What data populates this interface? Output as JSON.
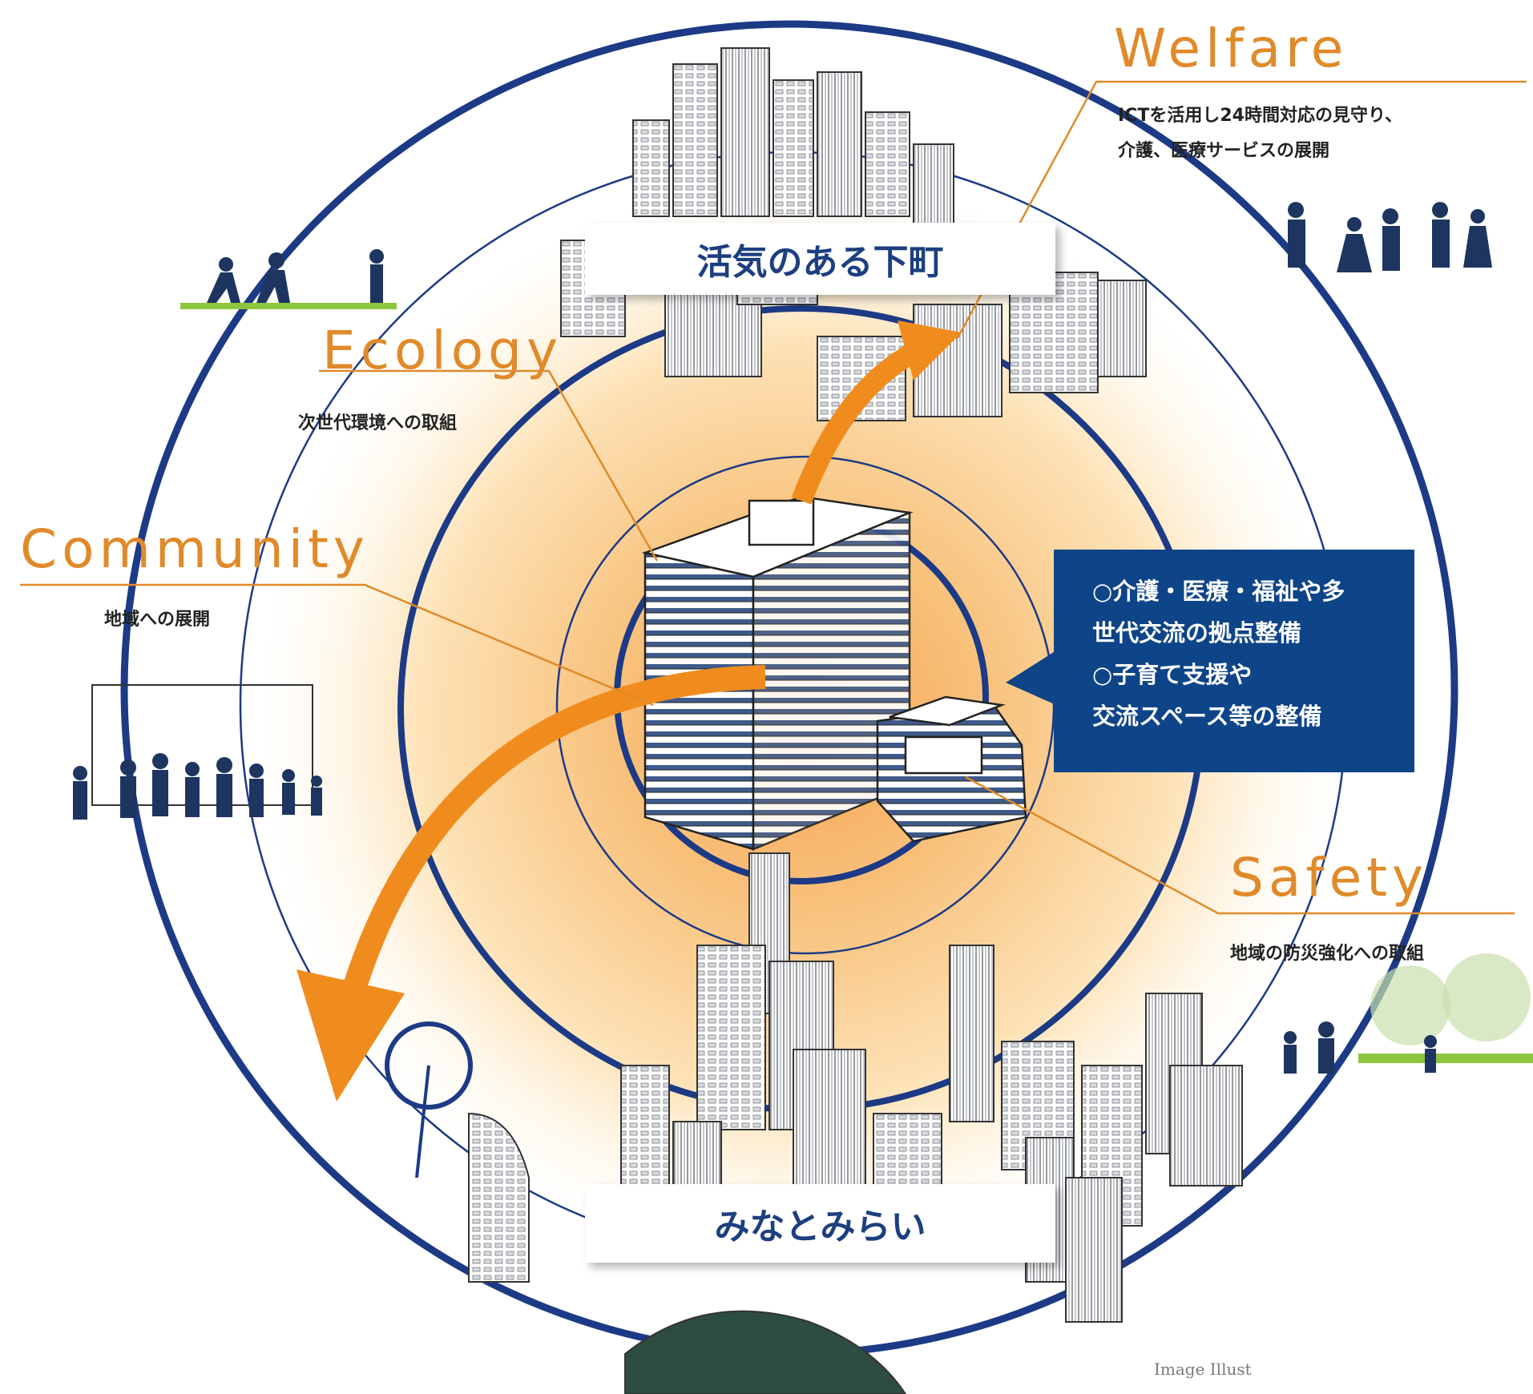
{
  "themes": {
    "welfare": {
      "title": "Welfare",
      "description": [
        "ICTを活用し24時間対応の見守り、",
        "介護、医療サービスの展開"
      ]
    },
    "ecology": {
      "title": "Ecology",
      "description": [
        "次世代環境への取組"
      ]
    },
    "community": {
      "title": "Community",
      "description": [
        "地域への展開"
      ]
    },
    "safety": {
      "title": "Safety",
      "description": [
        "地域の防災強化への取組"
      ]
    }
  },
  "areas": {
    "top": "活気のある下町",
    "bottom": "みなとみらい"
  },
  "callout": {
    "lines": [
      "○介護・医療・福祉や多",
      "世代交流の拠点整備",
      "○子育て支援や",
      "交流スペース等の整備"
    ]
  },
  "caption": "Image Illust",
  "colors": {
    "ring": "#1c3a85",
    "accent_orange": "#f08c1e",
    "title_orange": "#e08a2a",
    "callout_bg": "#0e4488",
    "label_text": "#1c3f80",
    "grass": "#8cc63f"
  },
  "icons": {
    "center": "tower-building",
    "top_cluster": "town-buildings",
    "bottom_cluster": "skyline-buildings",
    "people": "people-silhouettes",
    "arrows": "curved-arrows"
  }
}
